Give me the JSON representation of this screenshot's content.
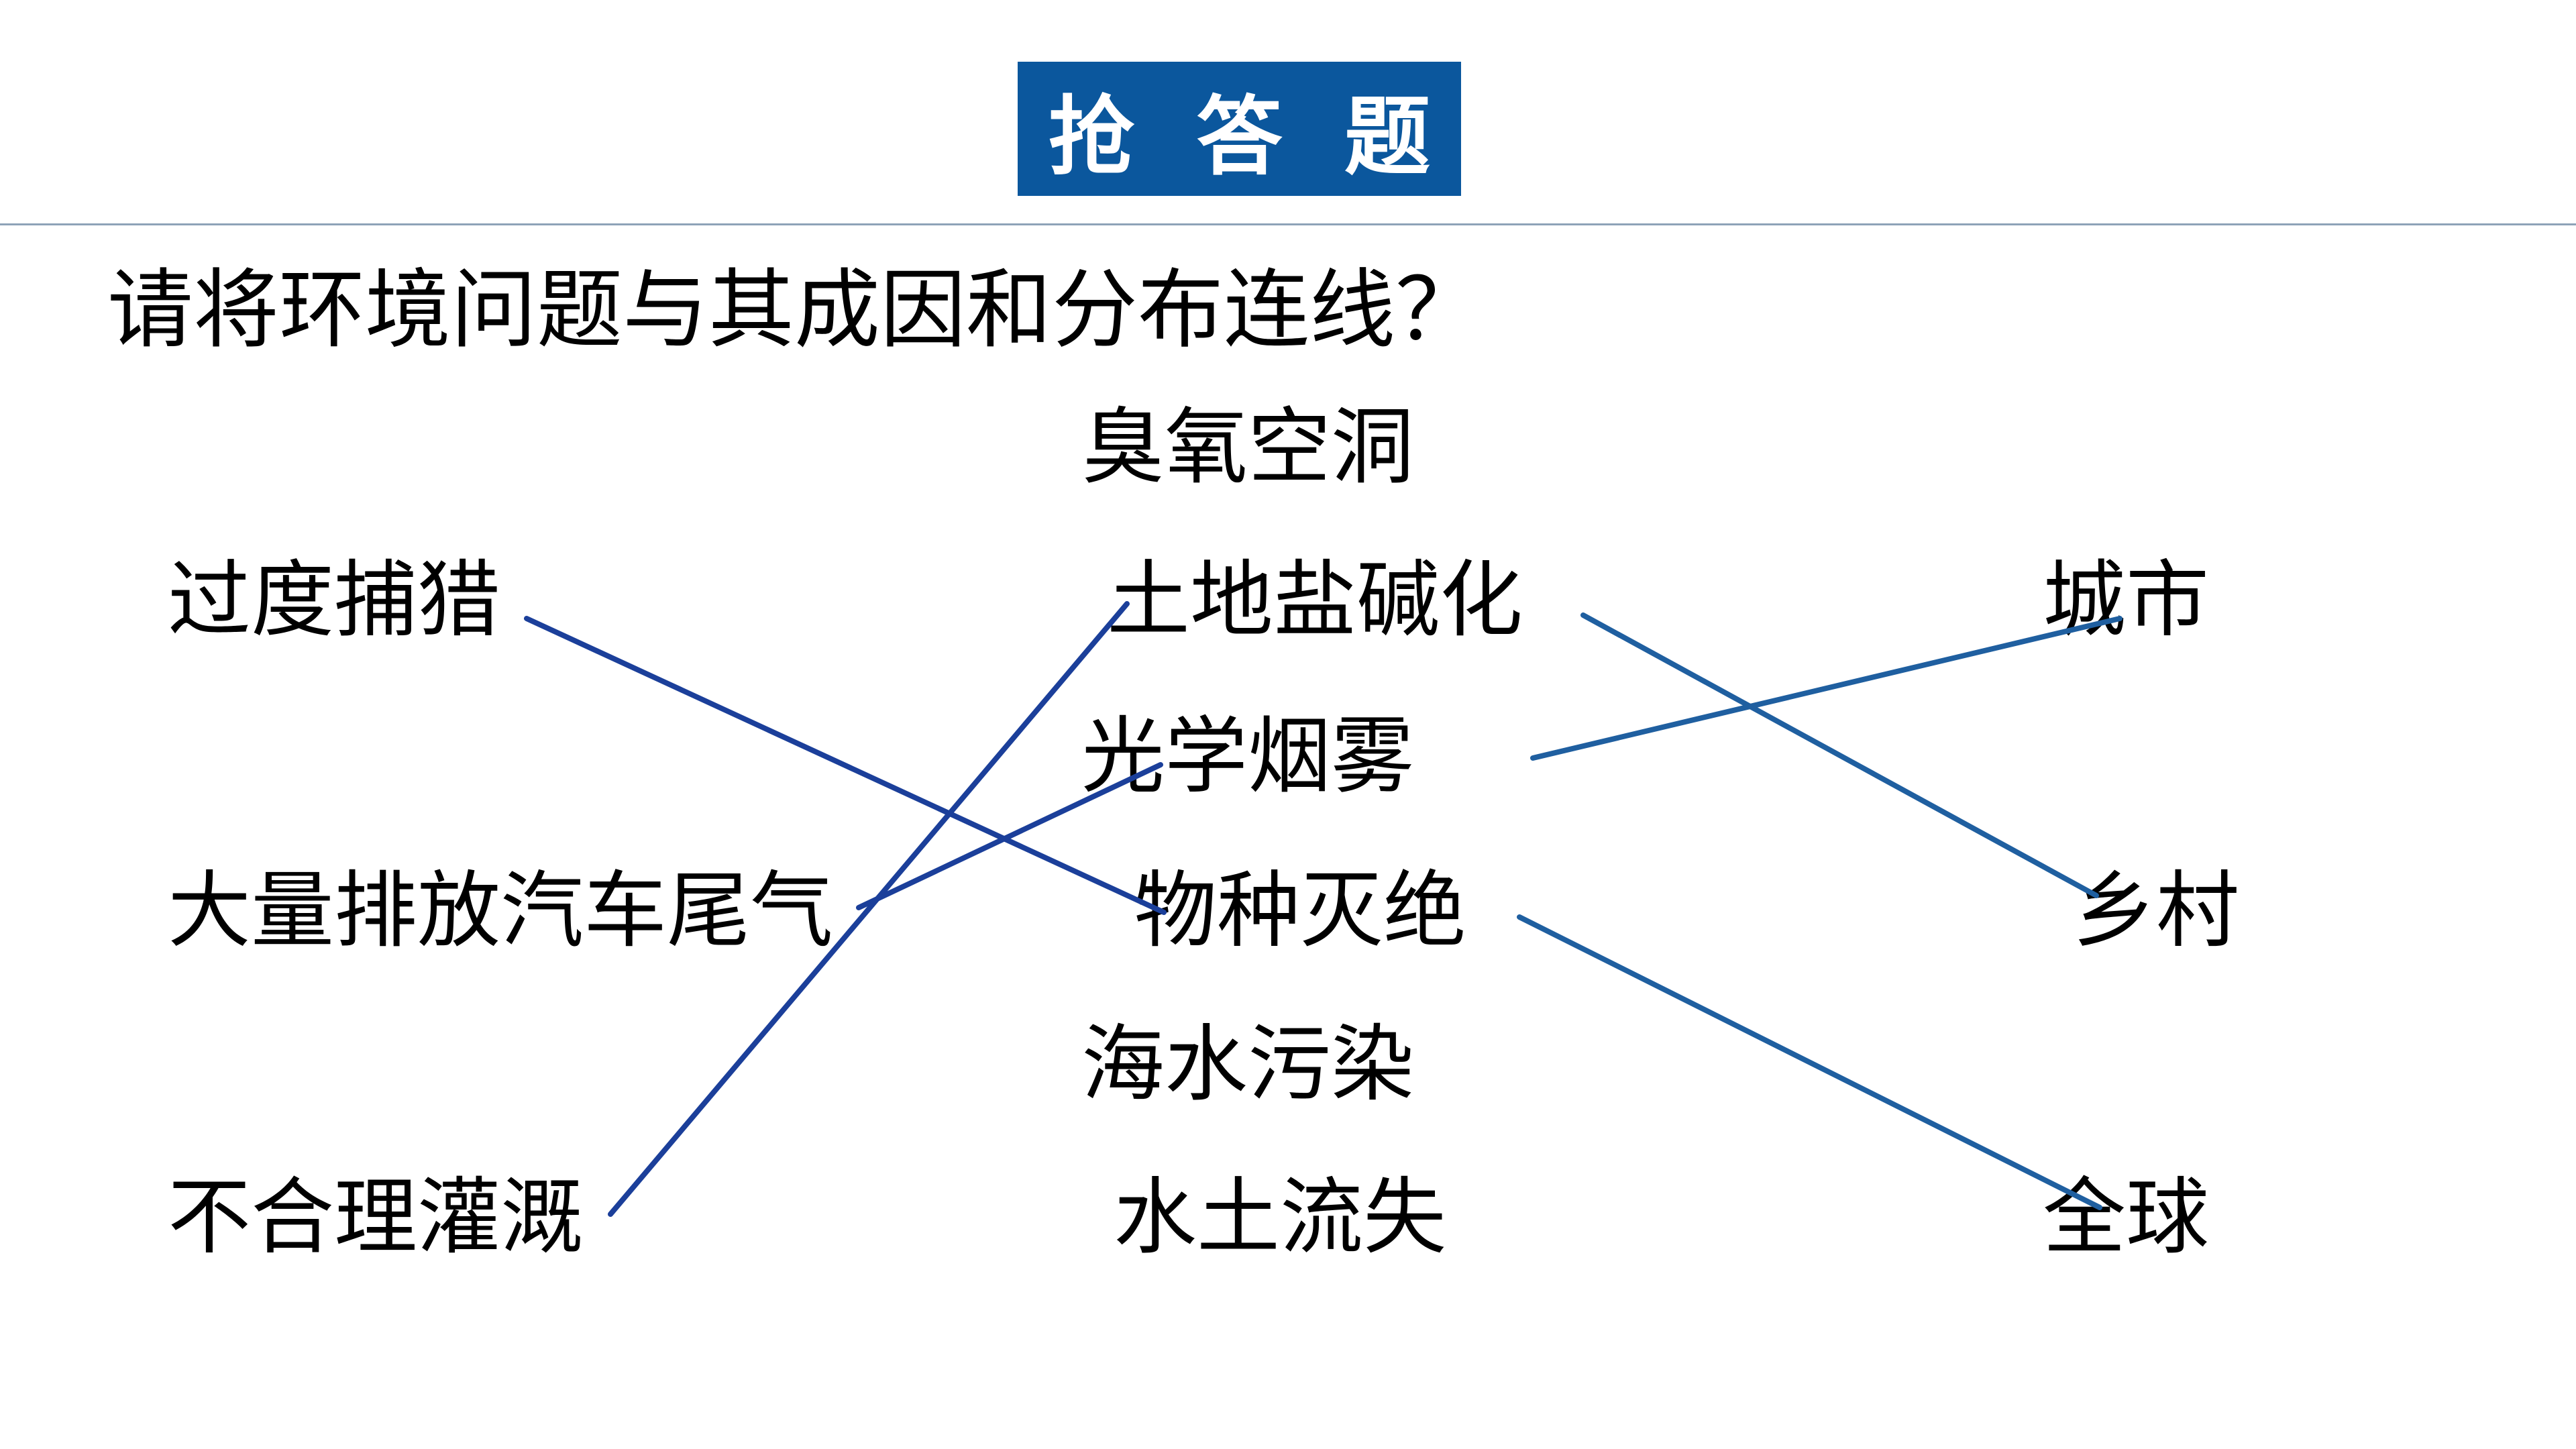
{
  "title": "抢 答 题",
  "question": "请将环境问题与其成因和分布连线？",
  "causes": [
    {
      "id": "c-1",
      "label": "过度捕猎"
    },
    {
      "id": "c-2",
      "label": "大量排放汽车尾气"
    },
    {
      "id": "c-3",
      "label": "不合理灌溉"
    }
  ],
  "problems": [
    {
      "id": "p-1",
      "label": "臭氧空洞"
    },
    {
      "id": "p-2",
      "label": "土地盐碱化"
    },
    {
      "id": "p-3",
      "label": "光学烟雾"
    },
    {
      "id": "p-4",
      "label": "物种灭绝"
    },
    {
      "id": "p-5",
      "label": "海水污染"
    },
    {
      "id": "p-6",
      "label": "水土流失"
    }
  ],
  "distributions": [
    {
      "id": "d-1",
      "label": "城市"
    },
    {
      "id": "d-2",
      "label": "乡村"
    },
    {
      "id": "d-3",
      "label": "全球"
    }
  ],
  "connections": [
    {
      "from": "c-1",
      "to": "p-4"
    },
    {
      "from": "c-2",
      "to": "p-3"
    },
    {
      "from": "c-3",
      "to": "p-2"
    },
    {
      "from": "p-2",
      "to": "d-2"
    },
    {
      "from": "p-3",
      "to": "d-1"
    },
    {
      "from": "p-4",
      "to": "d-3"
    }
  ],
  "colors": {
    "title_bg": "#0b579d",
    "title_text": "#ffffff",
    "line_primary": "#1b3f9a",
    "line_secondary": "#1f5fa0",
    "divider": "#8ea3b8"
  }
}
